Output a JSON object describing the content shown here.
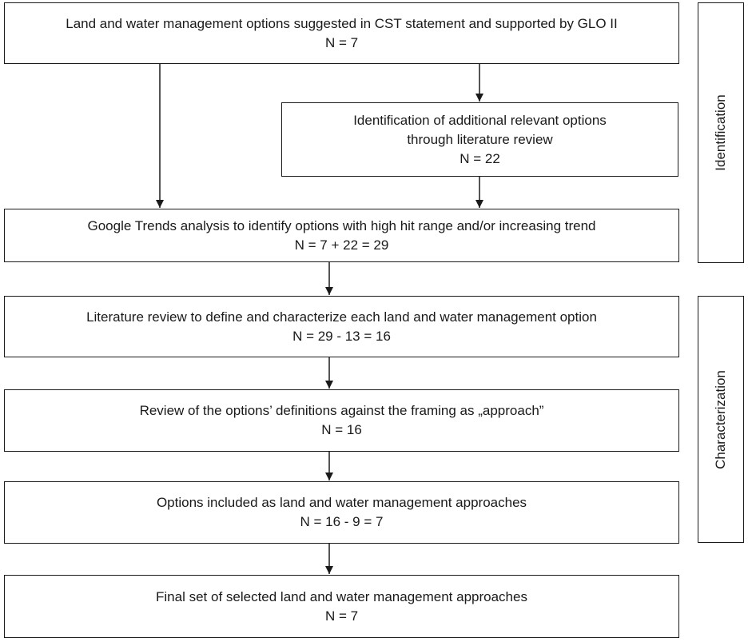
{
  "boxes": {
    "b1": {
      "line1": "Land and water management options suggested in CST statement and supported by GLO II",
      "n": "N = 7"
    },
    "b2": {
      "line1": "Identification of additional relevant options",
      "line2": "through literature review",
      "n": "N = 22"
    },
    "b3": {
      "line1": "Google Trends analysis to identify options with high hit range and/or increasing trend",
      "n": "N = 7 + 22 = 29"
    },
    "b4": {
      "line1": "Literature review to define and characterize each land and water management option",
      "n": "N = 29 - 13 = 16"
    },
    "b5": {
      "line1": "Review of the options’ definitions against the framing as „approach”",
      "n": "N = 16"
    },
    "b6": {
      "line1": "Options included as land and water management approaches",
      "n": "N = 16 - 9  = 7"
    },
    "b7": {
      "line1": "Final set of selected land and water management approaches",
      "n": "N = 7"
    }
  },
  "phases": {
    "identification": "Identification",
    "characterization": "Characterization"
  }
}
